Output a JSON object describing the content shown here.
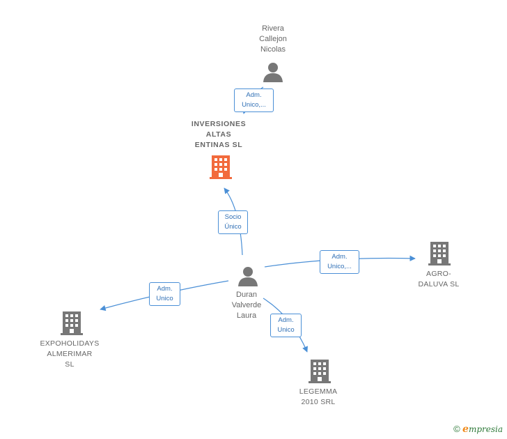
{
  "nodes": {
    "rivera": {
      "label": "Rivera\nCallejon\nNicolas",
      "kind": "person"
    },
    "inversiones": {
      "label": "INVERSIONES\nALTAS\nENTINAS  SL",
      "kind": "company-focus"
    },
    "duran": {
      "label": "Duran\nValverde\nLaura",
      "kind": "person"
    },
    "agro": {
      "label": "AGRO-\nDALUVA  SL",
      "kind": "company"
    },
    "expo": {
      "label": "EXPOHOLIDAYS\nALMERIMAR\nSL",
      "kind": "company"
    },
    "legemma": {
      "label": "LEGEMMA\n2010 SRL",
      "kind": "company"
    }
  },
  "edges": {
    "rivera_inversiones": "Adm.\nUnico,...",
    "duran_inversiones": "Socio\nÚnico",
    "duran_agro": "Adm.\nUnico,...",
    "duran_expo": "Adm.\nUnico",
    "duran_legemma": "Adm.\nUnico"
  },
  "colors": {
    "edge": "#4a8fd6",
    "icon": "#777777",
    "focus_icon": "#f26a3c"
  },
  "brand": {
    "copyright": "©",
    "e": "e",
    "rest": "mpresia"
  }
}
